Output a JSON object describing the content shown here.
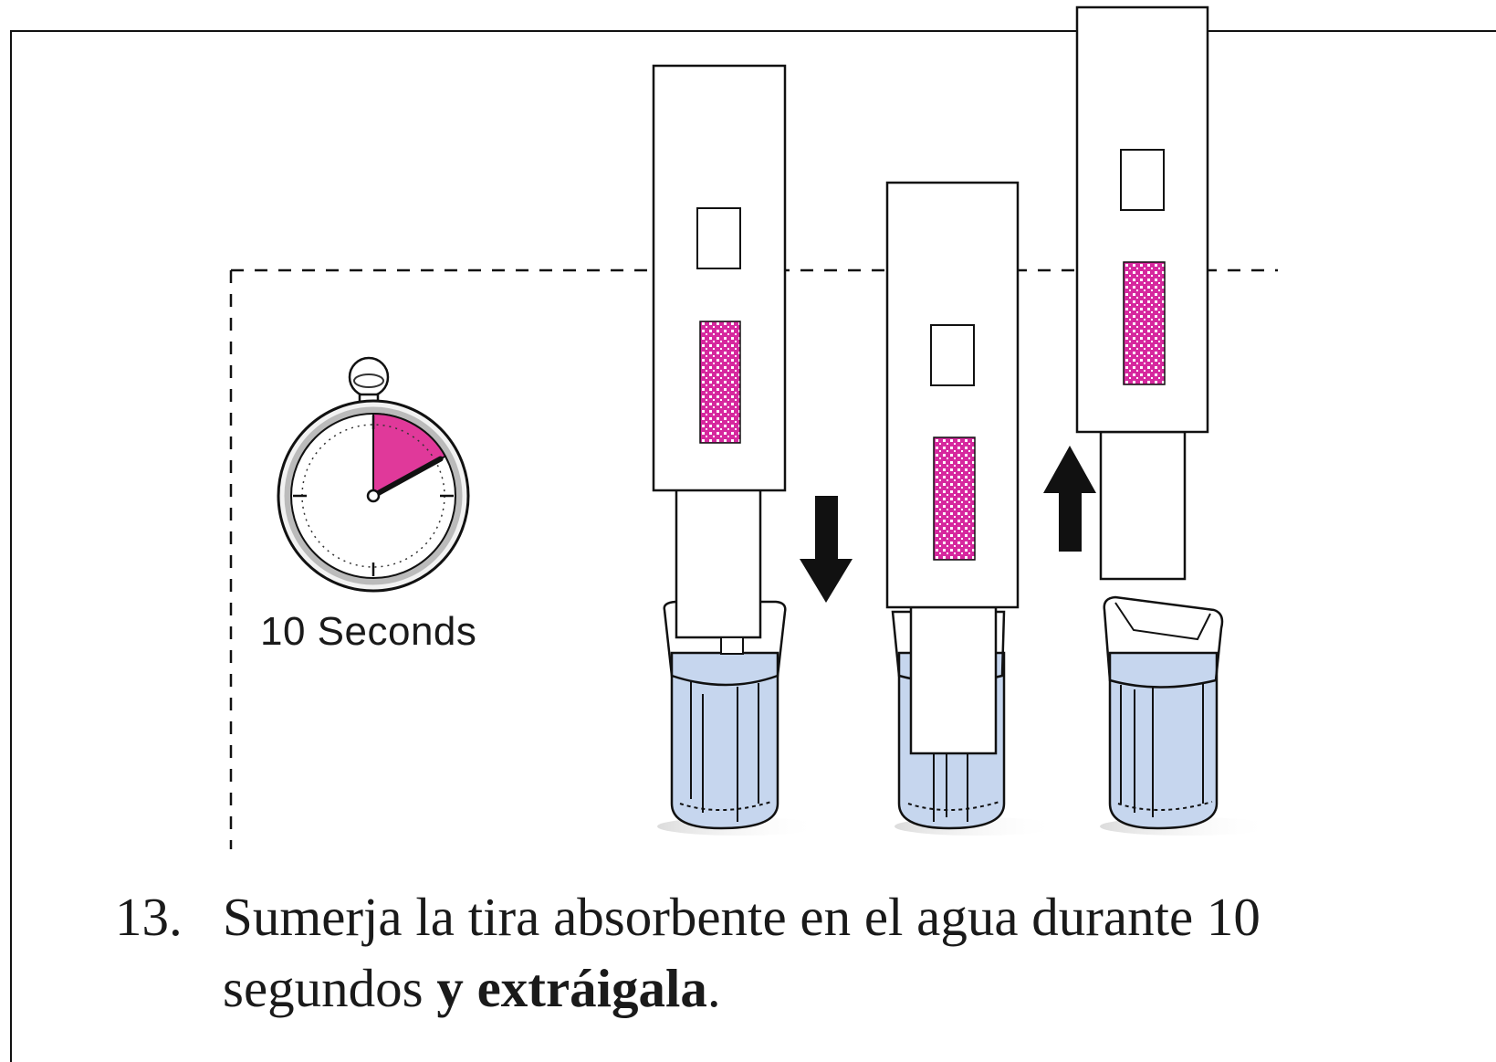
{
  "timer": {
    "label": "10 Seconds",
    "elapsed_fraction": 0.17,
    "fill_color": "#e0399a"
  },
  "instruction": {
    "step_number": "13.",
    "text_part1": "Sumerja la tira absorbente en el agua durante 10 segundos ",
    "text_bold1": "y",
    "text_space": " ",
    "text_bold2": "extráigala",
    "text_end": "."
  },
  "colors": {
    "water": "#c6d6ee",
    "pad": "#d6289e",
    "outline": "#111111"
  },
  "icons": [
    "stopwatch-icon",
    "down-arrow-icon",
    "up-arrow-icon"
  ]
}
